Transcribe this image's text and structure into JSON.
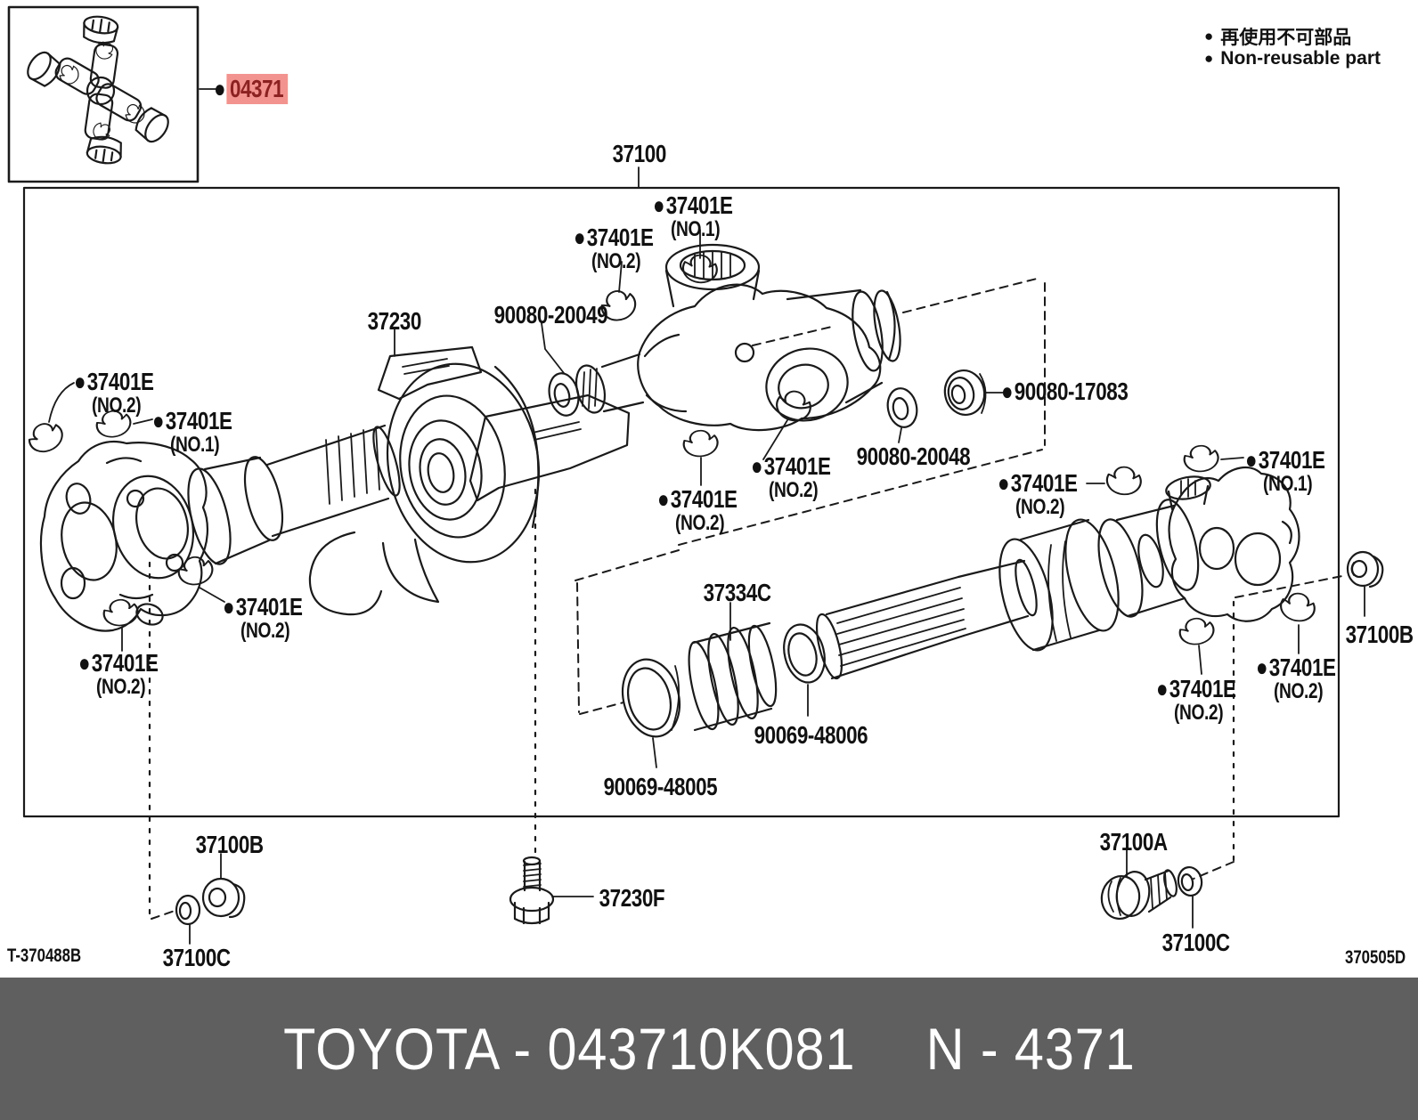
{
  "legend": {
    "bullet": "●",
    "line1_jp": "再使用不可部品",
    "line2_en": "Non-reusable part"
  },
  "inset": {
    "bullet": "●",
    "part_label": "04371",
    "highlight_color": "#f2938f",
    "highlight_text_color": "#8b2121"
  },
  "callouts": [
    {
      "bullet": "",
      "text": "37100",
      "sub": ""
    },
    {
      "bullet": "●",
      "text": "37401E",
      "sub": "(NO.1)"
    },
    {
      "bullet": "●",
      "text": "37401E",
      "sub": "(NO.2)"
    },
    {
      "bullet": "",
      "text": "37230",
      "sub": ""
    },
    {
      "bullet": "",
      "text": "90080-20049",
      "sub": ""
    },
    {
      "bullet": "●",
      "text": "37401E",
      "sub": "(NO.2)"
    },
    {
      "bullet": "●",
      "text": "37401E",
      "sub": "(NO.1)"
    },
    {
      "bullet": "●",
      "text": "90080-17083",
      "sub": ""
    },
    {
      "bullet": "",
      "text": "90080-20048",
      "sub": ""
    },
    {
      "bullet": "●",
      "text": "37401E",
      "sub": "(NO.2)"
    },
    {
      "bullet": "●",
      "text": "37401E",
      "sub": "(NO.2)"
    },
    {
      "bullet": "●",
      "text": "37401E",
      "sub": "(NO.2)"
    },
    {
      "bullet": "●",
      "text": "37401E",
      "sub": "(NO.1)"
    },
    {
      "bullet": "●",
      "text": "37401E",
      "sub": "(NO.2)"
    },
    {
      "bullet": "●",
      "text": "37401E",
      "sub": "(NO.2)"
    },
    {
      "bullet": "",
      "text": "37334C",
      "sub": ""
    },
    {
      "bullet": "",
      "text": "90069-48006",
      "sub": ""
    },
    {
      "bullet": "",
      "text": "90069-48005",
      "sub": ""
    },
    {
      "bullet": "●",
      "text": "37401E",
      "sub": "(NO.2)"
    },
    {
      "bullet": "●",
      "text": "37401E",
      "sub": "(NO.2)"
    },
    {
      "bullet": "",
      "text": "37100B",
      "sub": ""
    },
    {
      "bullet": "",
      "text": "37100B",
      "sub": ""
    },
    {
      "bullet": "",
      "text": "37100C",
      "sub": ""
    },
    {
      "bullet": "",
      "text": "37230F",
      "sub": ""
    },
    {
      "bullet": "",
      "text": "37100A",
      "sub": ""
    },
    {
      "bullet": "",
      "text": "37100C",
      "sub": ""
    }
  ],
  "footer": {
    "left_code": "T-370488B",
    "right_code": "370505D"
  },
  "banner": {
    "left_text": "TOYOTA - 043710K081",
    "right_text": "N - 4371",
    "background": "#5f5f5f",
    "text_color": "#ffffff"
  }
}
